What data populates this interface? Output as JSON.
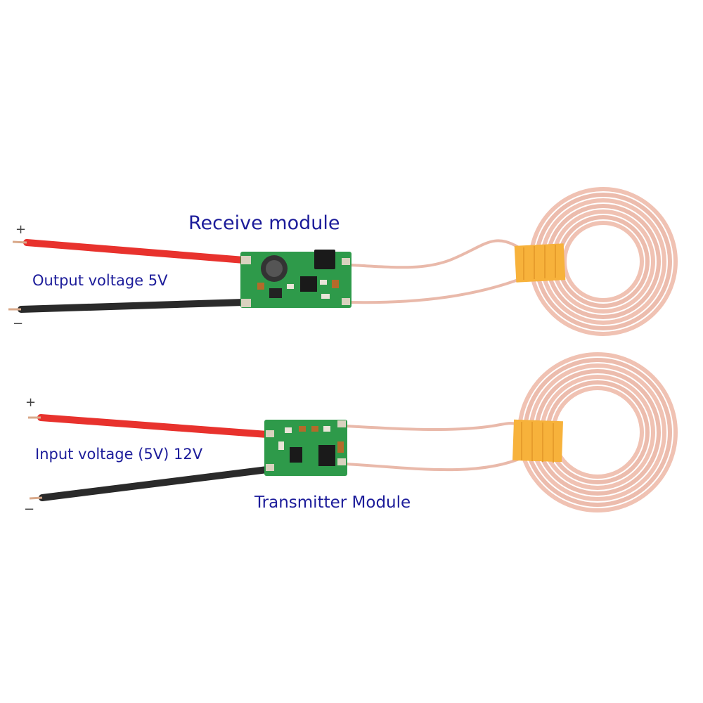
{
  "labels": {
    "receive_module": "Receive module",
    "output_voltage": "Output voltage 5V",
    "input_voltage": "Input voltage (5V) 12V",
    "transmitter_module": "Transmitter Module"
  },
  "polarity": {
    "plus": "+",
    "minus": "−"
  },
  "colors": {
    "label_text": "#1c1c9a",
    "red_wire": "#e8322d",
    "black_wire": "#2a2a2a",
    "copper_coil": "#f1c6b8",
    "kapton_tape": "#f7b23b",
    "pcb": "#2e9a4a"
  }
}
